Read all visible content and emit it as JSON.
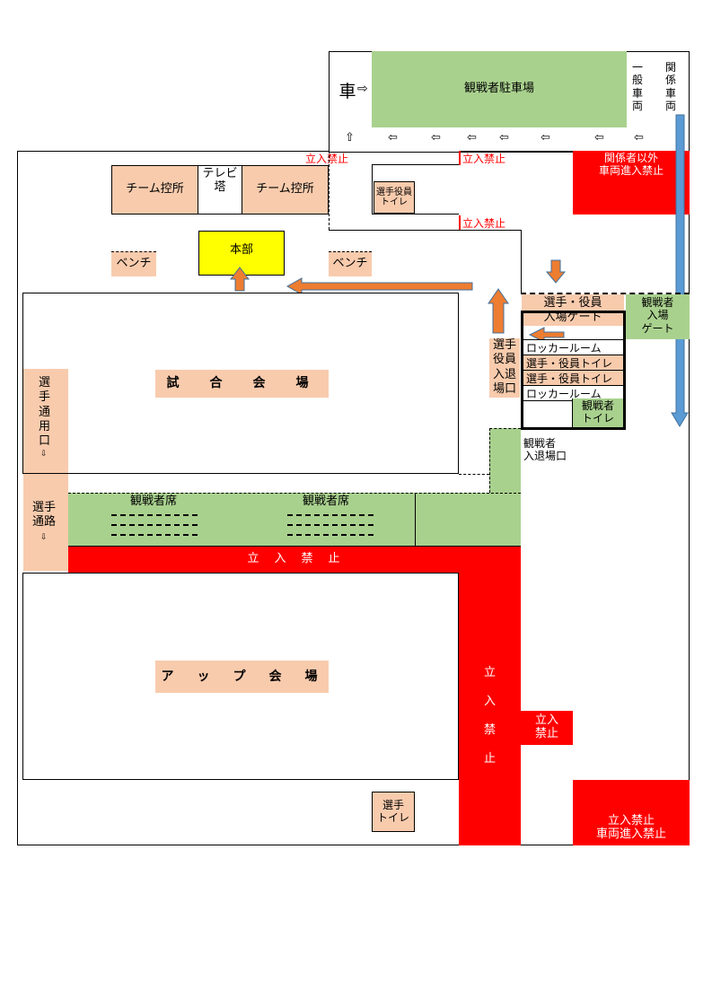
{
  "parking": {
    "label": "観戦者駐車場",
    "car_label": "車",
    "general_vehicle": "一般車両",
    "official_vehicle": "関係車両"
  },
  "no_entry": {
    "top_left": "立入禁止",
    "top_mid": "立入禁止",
    "mid": "立入禁止",
    "vehicle_top": "関係者以外\n車両進入禁止",
    "band": "立　入　禁　止",
    "vertical": "立入禁止",
    "side": "立入\n禁止",
    "vehicle_bottom": "立入禁止\n車両進入禁止"
  },
  "buildings": {
    "team_room_left": "チーム控所",
    "tv_tower": "テレビ塔",
    "team_room_right": "チーム控所",
    "player_toilet_top": "選手役員\nトイレ",
    "hq": "本部",
    "bench_left": "ベンチ",
    "bench_right": "ベンチ"
  },
  "main_hall": {
    "label": "試　合　会　場"
  },
  "up_hall": {
    "label": "ア　ッ　プ　会　場"
  },
  "player_entrance": "選手通用口",
  "player_passage": "選手通路",
  "spectator_seats": [
    "観戦者席",
    "観戦者席"
  ],
  "gate": {
    "player_gate": "選手・役員\n入場ゲート",
    "rooms": [
      "ロッカールーム",
      "選手・役員トイレ",
      "選手・役員トイレ",
      "ロッカールーム"
    ],
    "spectator_toilet": "観戦者\nトイレ",
    "spectator_gate": "観戦者\n入場\nゲート",
    "player_exit": "選手\n役員\n入退\n場口",
    "spectator_exit": "観戦者\n入退場口"
  },
  "player_toilet_bottom": "選手\nトイレ",
  "colors": {
    "peach": "#f8cbad",
    "green": "#a9d18e",
    "red": "#ff0000",
    "yellow": "#ffff00",
    "arrow_orange": "#ed7d31",
    "arrow_blue": "#5b9bd5"
  },
  "icons": [
    "right-arrow-icon",
    "left-arrow-icon",
    "up-arrow-icon",
    "down-arrow-icon"
  ]
}
